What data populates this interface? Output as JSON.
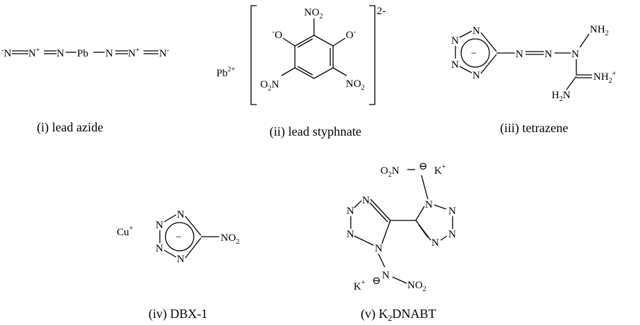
{
  "figure": {
    "captions": [
      {
        "text": "(i) lead azide"
      },
      {
        "text": "(ii) lead styphnate"
      },
      {
        "text": "(iii) tetrazene"
      },
      {
        "text": "(iv) DBX-1"
      },
      {
        "pre": "(v) K",
        "sub": "2",
        "post": "DNABT"
      }
    ],
    "lead_azide": {
      "n1": "N",
      "n2": "N",
      "n3": "N",
      "pb": "Pb",
      "n4": "N",
      "n5": "N",
      "n6": "N",
      "minus": "-",
      "plus": "+"
    },
    "lead_styphnate": {
      "cation": "Pb",
      "cation_charge": "2+",
      "anion_charge": "2-",
      "no2": "NO",
      "no2_sub": "2",
      "o2n": "O",
      "o2n_sub": "2",
      "o2n_n": "N",
      "oxide": "O",
      "minus": "-"
    },
    "tetrazene": {
      "ring_n": "N",
      "azo_n": "N",
      "nh": "N",
      "nh2": "NH",
      "nh2_sub": "2",
      "imine": "NH",
      "imine_sub": "2",
      "imine_sup": "+",
      "h2n": "H",
      "h2n_sub": "2",
      "h2n_n": "N",
      "ring_charge": "−"
    },
    "dbx1": {
      "cation": "Cu",
      "cation_charge": "+",
      "ring_n": "N",
      "no2": "NO",
      "no2_sub": "2",
      "ring_charge": "−"
    },
    "k2dnabt": {
      "cation": "K",
      "cation_charge": "+",
      "ring_n": "N",
      "no2": "NO",
      "no2_sub": "2",
      "o2n": "O",
      "o2n_sub": "2",
      "o2n_n": "N",
      "anion_mark": "⊖"
    }
  }
}
